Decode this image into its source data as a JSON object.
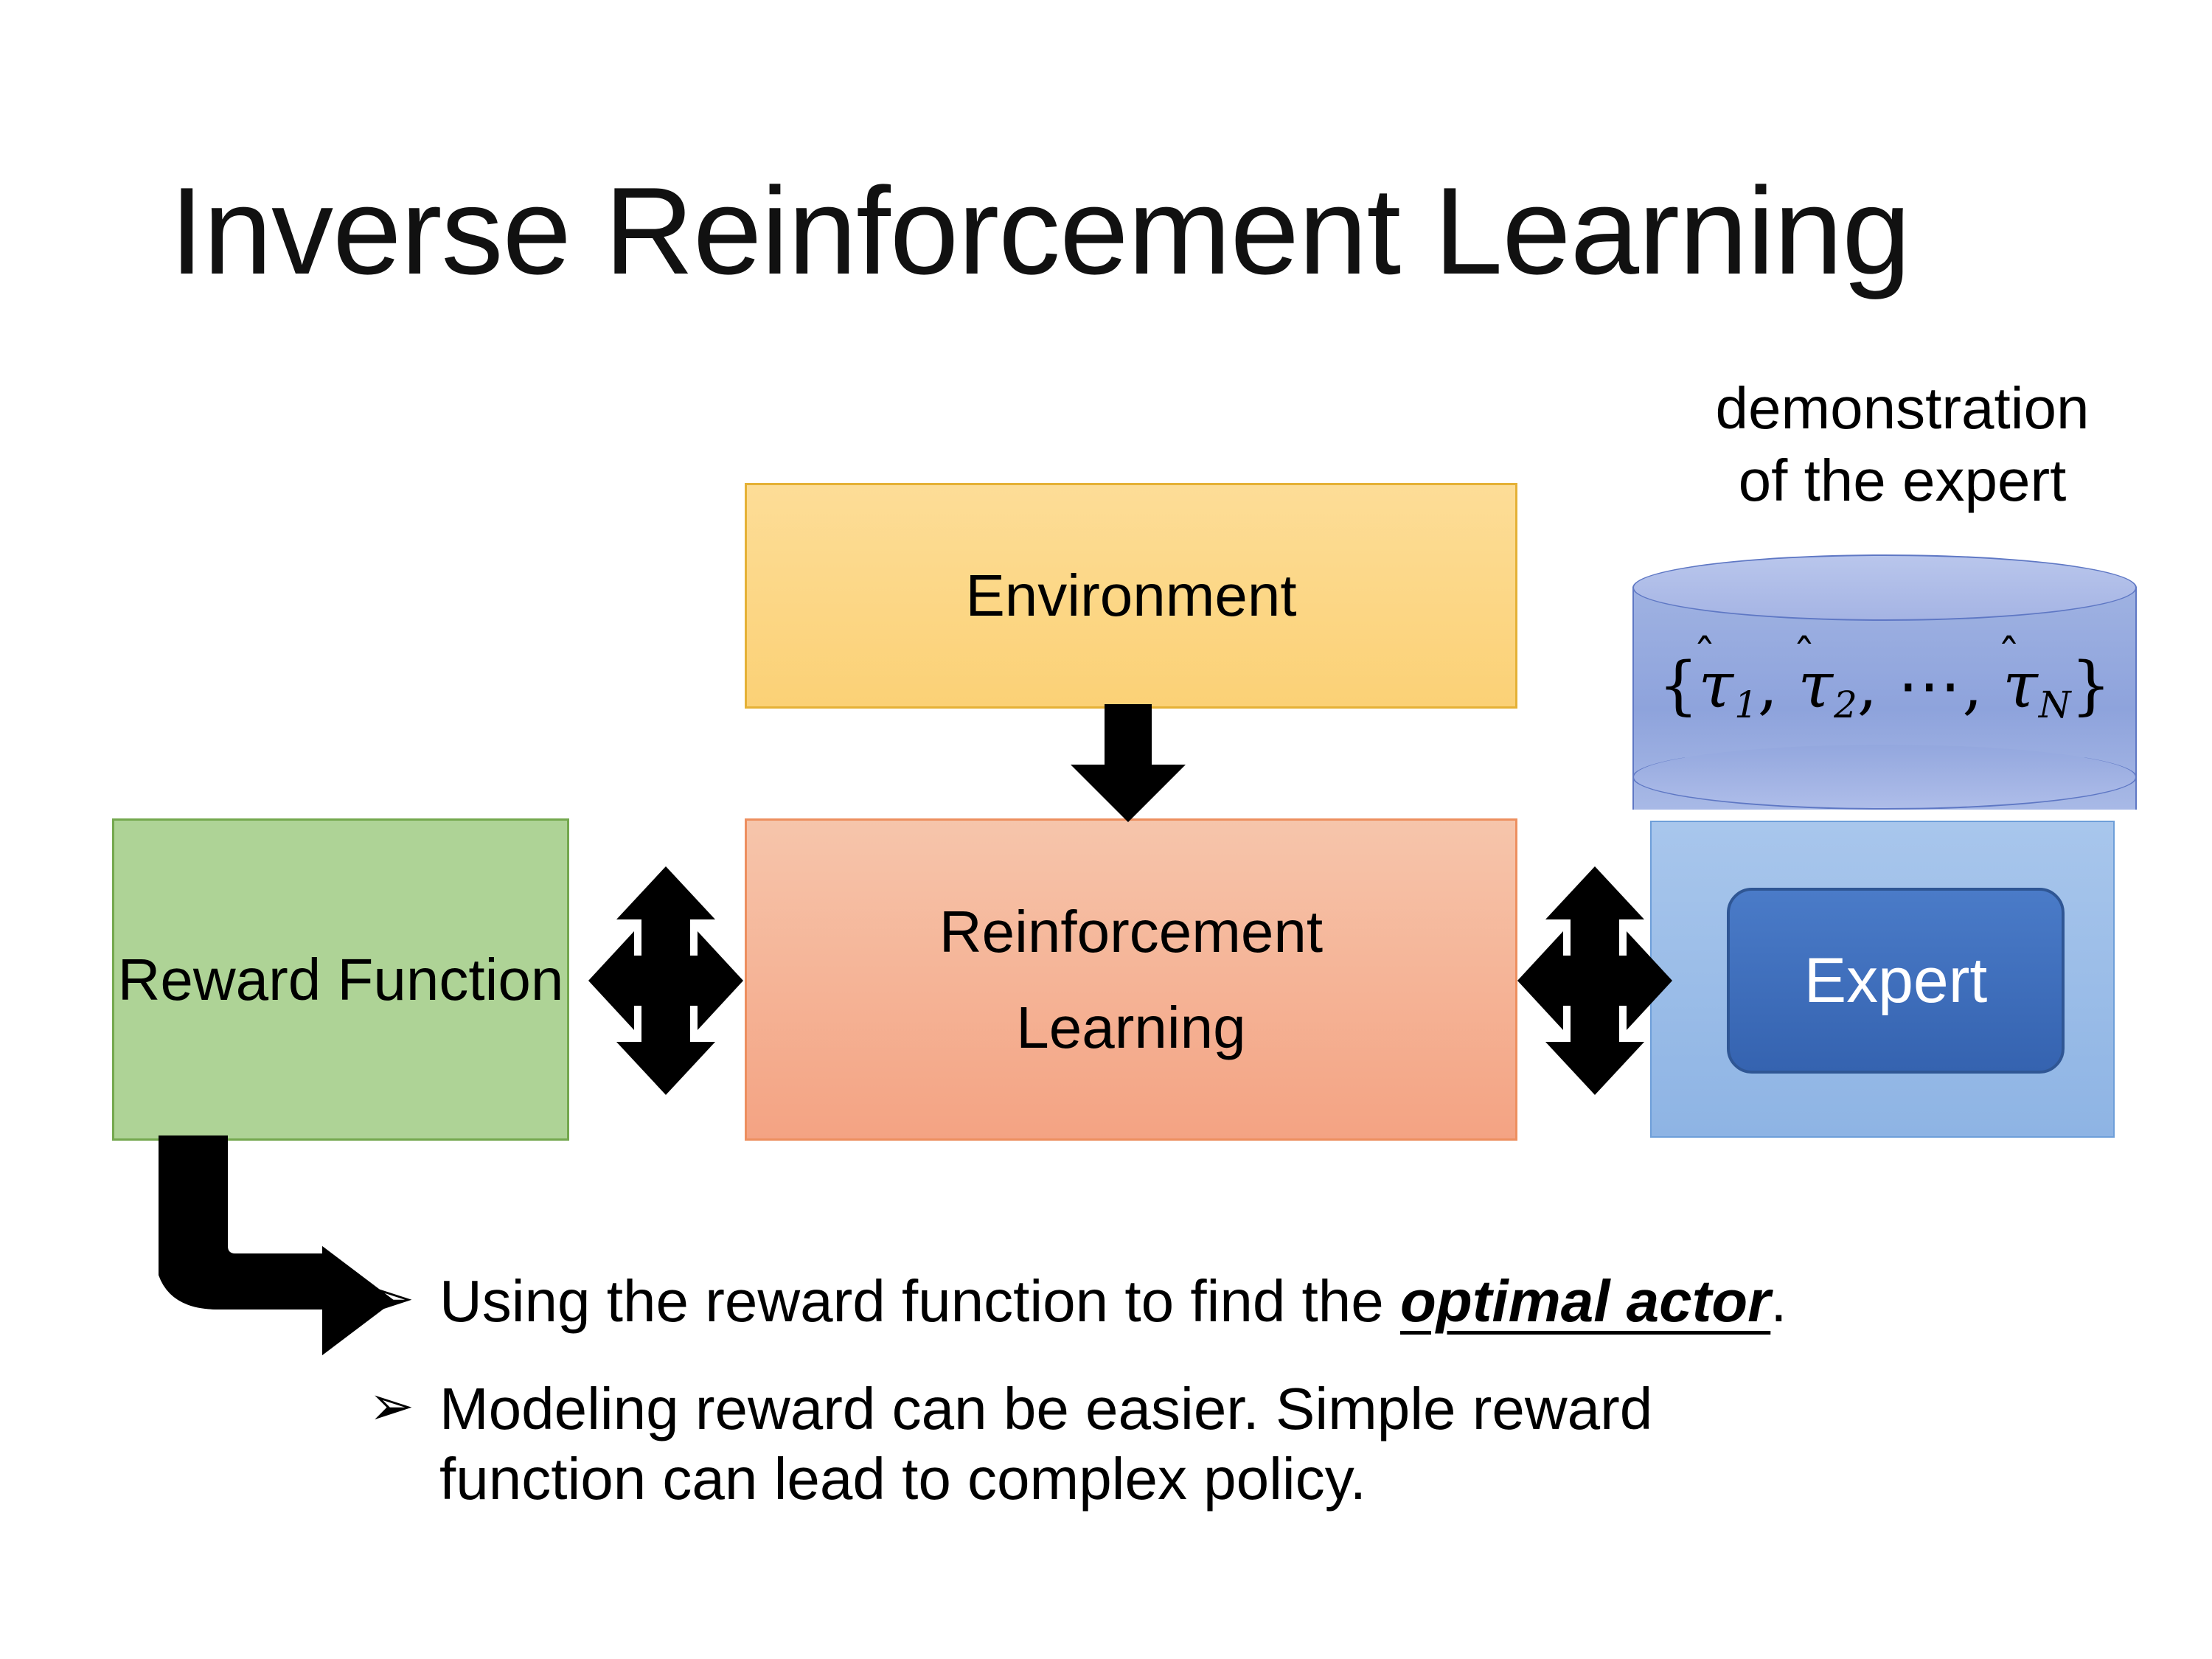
{
  "slide": {
    "title": "Inverse Reinforcement Learning",
    "background_color": "#FFFFFF"
  },
  "diagram": {
    "demonstration_label": {
      "line1": "demonstration",
      "line2": "of the expert"
    },
    "nodes": [
      {
        "id": "environment",
        "label": "Environment",
        "fill_color": "#FBD176",
        "border_color": "#E5B136",
        "text_color": "#000000"
      },
      {
        "id": "reinforcement-learning",
        "label_line1": "Reinforcement",
        "label_line2": "Learning",
        "fill_color": "#F4A383",
        "border_color": "#ED8F5F",
        "text_color": "#000000"
      },
      {
        "id": "reward-function",
        "label_line1": "Reward",
        "label_line2": "Function",
        "fill_color": "#AED396",
        "border_color": "#74A84E",
        "text_color": "#000000"
      },
      {
        "id": "expert",
        "label": "Expert",
        "fill_color": "#3563B0",
        "border_color": "#2F5694",
        "text_color": "#FFFFFF"
      },
      {
        "id": "demonstration-store",
        "formula": {
          "open_brace": "{",
          "items": [
            {
              "symbol": "τ",
              "hat": "̂",
              "subscript": "1"
            },
            {
              "symbol": "τ",
              "hat": "̂",
              "subscript": "2"
            },
            {
              "symbol": "τ",
              "hat": "̂",
              "subscript": "N"
            }
          ],
          "ellipsis": "⋯",
          "close_brace": "}",
          "plain_text": "{τ̂1, τ̂2, ⋯, τ̂N}"
        },
        "fill_color": "#9FB2E2",
        "border_color": "#5E77C4"
      },
      {
        "id": "expert-panel",
        "fill_color": "#9BC0E9",
        "border_color": "#6E9FD9"
      }
    ],
    "connectors": [
      {
        "id": "environment-to-rl",
        "type": "arrow-down",
        "color": "#000000"
      },
      {
        "id": "reward-rl-bidirectional",
        "type": "four-way-arrow",
        "color": "#000000"
      },
      {
        "id": "rl-expert-bidirectional",
        "type": "four-way-arrow",
        "color": "#000000"
      },
      {
        "id": "reward-to-bullets",
        "type": "elbow-arrow-right",
        "color": "#000000"
      }
    ]
  },
  "bullets": [
    {
      "marker": "➢",
      "text_before": "Using the reward function to find the ",
      "emphasis": "optimal actor",
      "text_after": ".",
      "emphasis_style": "bold-italic-underline"
    },
    {
      "marker": "➢",
      "text_line1": "Modeling reward can be easier. Simple reward",
      "text_line2": "function can lead to complex policy."
    }
  ]
}
